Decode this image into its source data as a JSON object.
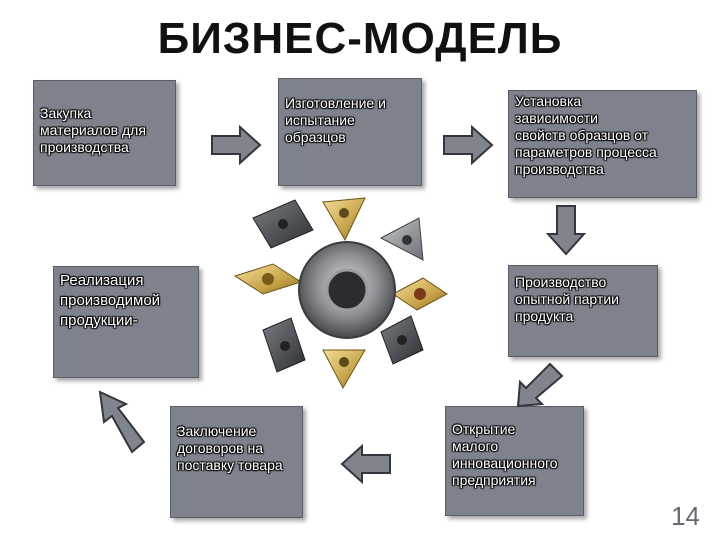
{
  "title": "БИЗНЕС-МОДЕЛЬ",
  "boxes": {
    "purchase": [
      "Закупка",
      "материалов для",
      "производства"
    ],
    "manufacturing": [
      "Изготовление и",
      "испытание",
      "образцов"
    ],
    "dependency": [
      "Установка",
      "зависимости",
      "свойств образцов от",
      "параметров процесса",
      "производства"
    ],
    "sales": [
      "Реализация",
      "производимой",
      "продукции-"
    ],
    "pilot_batch": [
      "Производство",
      "опытной партии",
      "продукта"
    ],
    "contracts": [
      "Заключение",
      "договоров на",
      "поставку товара"
    ],
    "small_enterprise": [
      "Открытие",
      "малого",
      "инновационного",
      "предприятия"
    ]
  },
  "page_number": "14",
  "colors": {
    "box_fill": "#7d828c",
    "arrow_fill": "#7f848d",
    "arrow_stroke": "#33363c"
  },
  "icons": {
    "arrows": "block-arrow",
    "center_image": "cutting-inserts-photo"
  }
}
